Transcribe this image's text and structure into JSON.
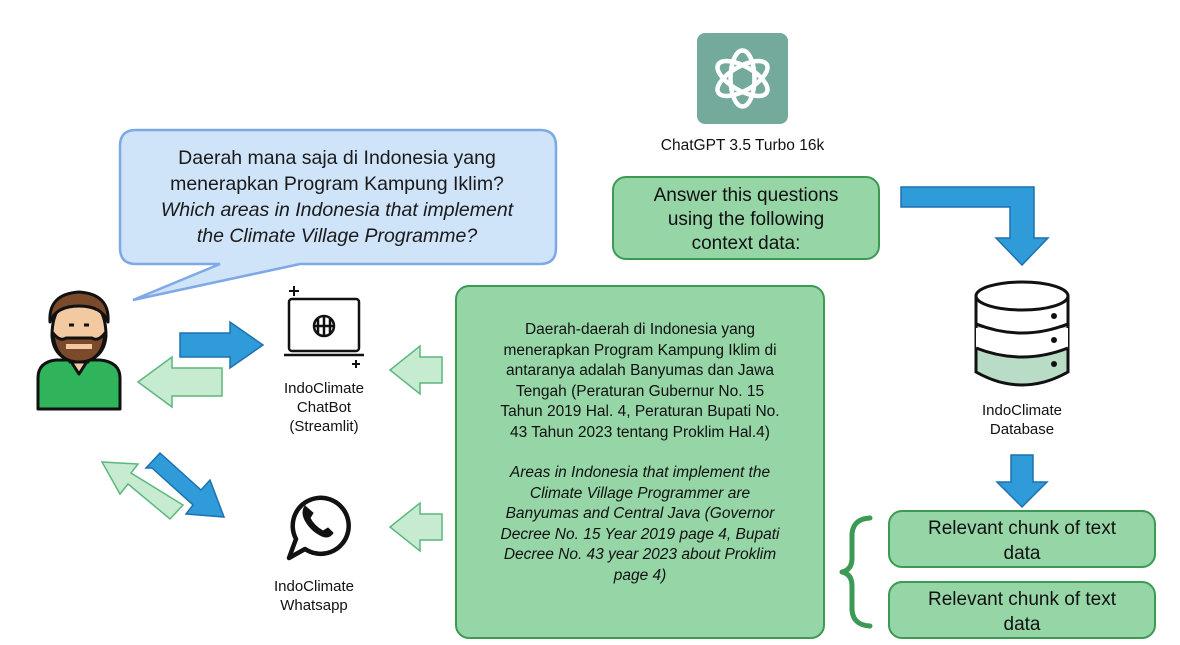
{
  "user_question": {
    "line1": "Daerah mana saja di Indonesia yang",
    "line2": "menerapkan Program Kampung Iklim?",
    "line3": "Which areas in Indonesia that implement",
    "line4": "the Climate Village Programme?"
  },
  "chatgpt": {
    "label": "ChatGPT 3.5 Turbo 16k"
  },
  "prompt_box": {
    "line1": "Answer this questions",
    "line2": "using the following",
    "line3": "context data:"
  },
  "chatbot": {
    "line1": "IndoClimate",
    "line2": "ChatBot",
    "line3": "(Streamlit)"
  },
  "whatsapp": {
    "line1": "IndoClimate",
    "line2": "Whatsapp"
  },
  "database": {
    "line1": "IndoClimate",
    "line2": "Database"
  },
  "response": {
    "id_lines": [
      "Daerah-daerah di Indonesia yang",
      "menerapkan Program Kampung Iklim di",
      "antaranya adalah Banyumas dan Jawa",
      "Tengah (Peraturan Gubernur No. 15",
      "Tahun 2019 Hal. 4, Peraturan Bupati No.",
      "43 Tahun 2023 tentang Proklim Hal.4)"
    ],
    "en_lines": [
      "Areas in Indonesia that implement the",
      "Climate Village Programmer are",
      "Banyumas and Central Java (Governor",
      "Decree No. 15 Year 2019 page 4, Bupati",
      "Decree No. 43 year 2023 about Proklim",
      "page 4)"
    ]
  },
  "chunks": [
    {
      "line1": "Relevant chunk of text",
      "line2": "data"
    },
    {
      "line1": "Relevant chunk of text",
      "line2": "data"
    }
  ],
  "colors": {
    "blue_arrow": "#2f9bd9",
    "green_fill": "#95d5a6",
    "bubble_fill": "#cfe3f9"
  }
}
